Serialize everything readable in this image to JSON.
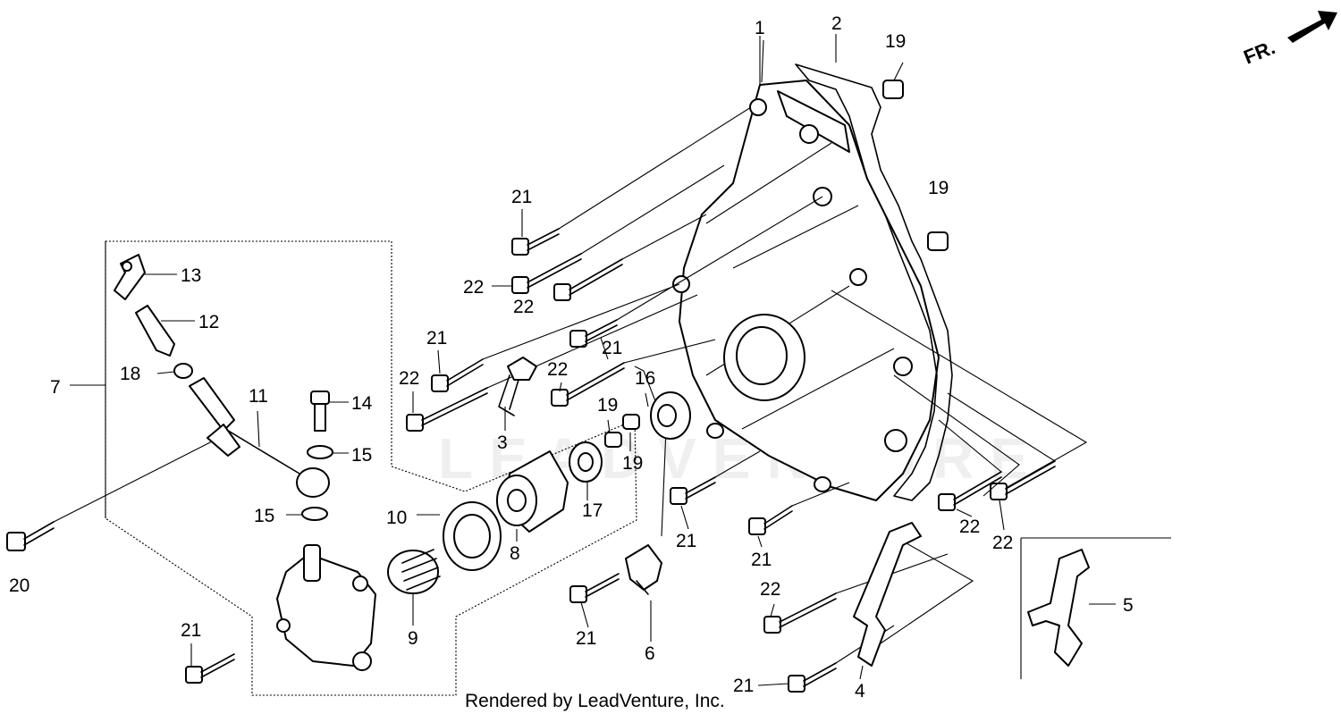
{
  "direction_label": "FR.",
  "watermark": "LEADVENTURE",
  "credit": "Rendered by LeadVenture, Inc.",
  "callouts": [
    {
      "id": "c1",
      "label": "1"
    },
    {
      "id": "c2",
      "label": "2"
    },
    {
      "id": "c19a",
      "label": "19"
    },
    {
      "id": "c19b",
      "label": "19"
    },
    {
      "id": "c21a",
      "label": "21"
    },
    {
      "id": "c22a",
      "label": "22"
    },
    {
      "id": "c22b",
      "label": "22"
    },
    {
      "id": "c13",
      "label": "13"
    },
    {
      "id": "c12",
      "label": "12"
    },
    {
      "id": "c7",
      "label": "7"
    },
    {
      "id": "c18",
      "label": "18"
    },
    {
      "id": "c11",
      "label": "11"
    },
    {
      "id": "c14",
      "label": "14"
    },
    {
      "id": "c15a",
      "label": "15"
    },
    {
      "id": "c15b",
      "label": "15"
    },
    {
      "id": "c20",
      "label": "20"
    },
    {
      "id": "c21b",
      "label": "21"
    },
    {
      "id": "c21c",
      "label": "21"
    },
    {
      "id": "c22c",
      "label": "22"
    },
    {
      "id": "c22d",
      "label": "22"
    },
    {
      "id": "c3",
      "label": "3"
    },
    {
      "id": "c16",
      "label": "16"
    },
    {
      "id": "c19c",
      "label": "19"
    },
    {
      "id": "c19d",
      "label": "19"
    },
    {
      "id": "c17",
      "label": "17"
    },
    {
      "id": "c10",
      "label": "10"
    },
    {
      "id": "c8",
      "label": "8"
    },
    {
      "id": "c9",
      "label": "9"
    },
    {
      "id": "c21d",
      "label": "21"
    },
    {
      "id": "c21e",
      "label": "21"
    },
    {
      "id": "c6",
      "label": "6"
    },
    {
      "id": "c21f",
      "label": "21"
    },
    {
      "id": "c21g",
      "label": "21"
    },
    {
      "id": "c22e",
      "label": "22"
    },
    {
      "id": "c22f",
      "label": "22"
    },
    {
      "id": "c22g",
      "label": "22"
    },
    {
      "id": "c5",
      "label": "5"
    },
    {
      "id": "c21h",
      "label": "21"
    },
    {
      "id": "c4",
      "label": "4"
    }
  ]
}
